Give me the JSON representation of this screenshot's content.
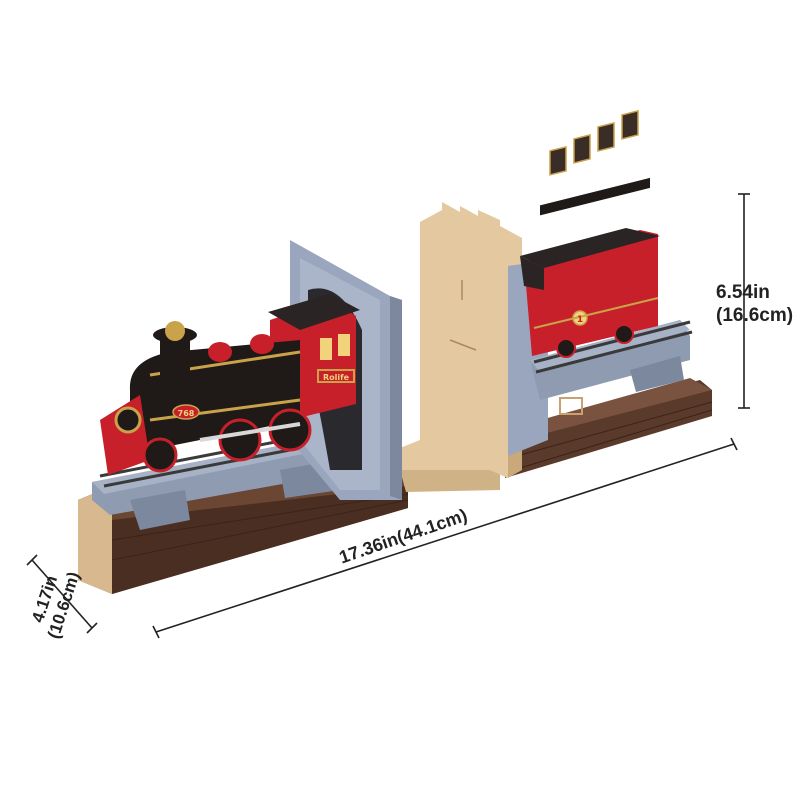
{
  "dimensions": {
    "height_in": "6.54in",
    "height_cm": "(16.6cm)",
    "width": "17.36in(44.1cm)",
    "depth_in": "4.17in",
    "depth_cm": "(10.6cm)"
  },
  "product": {
    "locomotive_plate": "Rolife",
    "locomotive_number": "768",
    "carriage_number": "1"
  },
  "colors": {
    "base_wood": "#5a3a2a",
    "bridge_stone": "#8f9bb0",
    "plywood": "#e3c8a0",
    "loco_red": "#c8202a",
    "loco_black": "#1f1a18",
    "gold": "#c9a24a"
  }
}
